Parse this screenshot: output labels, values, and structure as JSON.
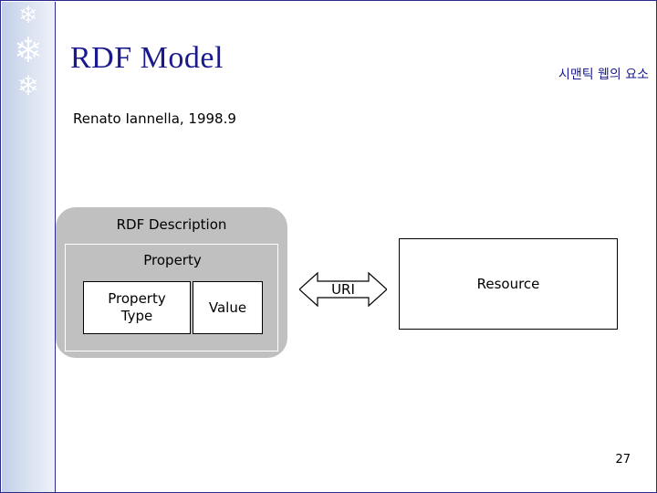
{
  "slide": {
    "title": "RDF Model",
    "header_right": "시맨틱 웹의 요소",
    "author_line": "Renato Iannella, 1998.9",
    "page_number": "27",
    "accent_color": "#1a1a8c",
    "container_color": "#c0c0c0",
    "decor": {
      "snowflake_glyph": "❄"
    }
  },
  "diagram": {
    "description_label": "RDF Description",
    "property_label": "Property",
    "property_type_label": "Property\nType",
    "property_type_line1": "Property",
    "property_type_line2": "Type",
    "value_label": "Value",
    "uri_label": "URI",
    "resource_label": "Resource"
  }
}
